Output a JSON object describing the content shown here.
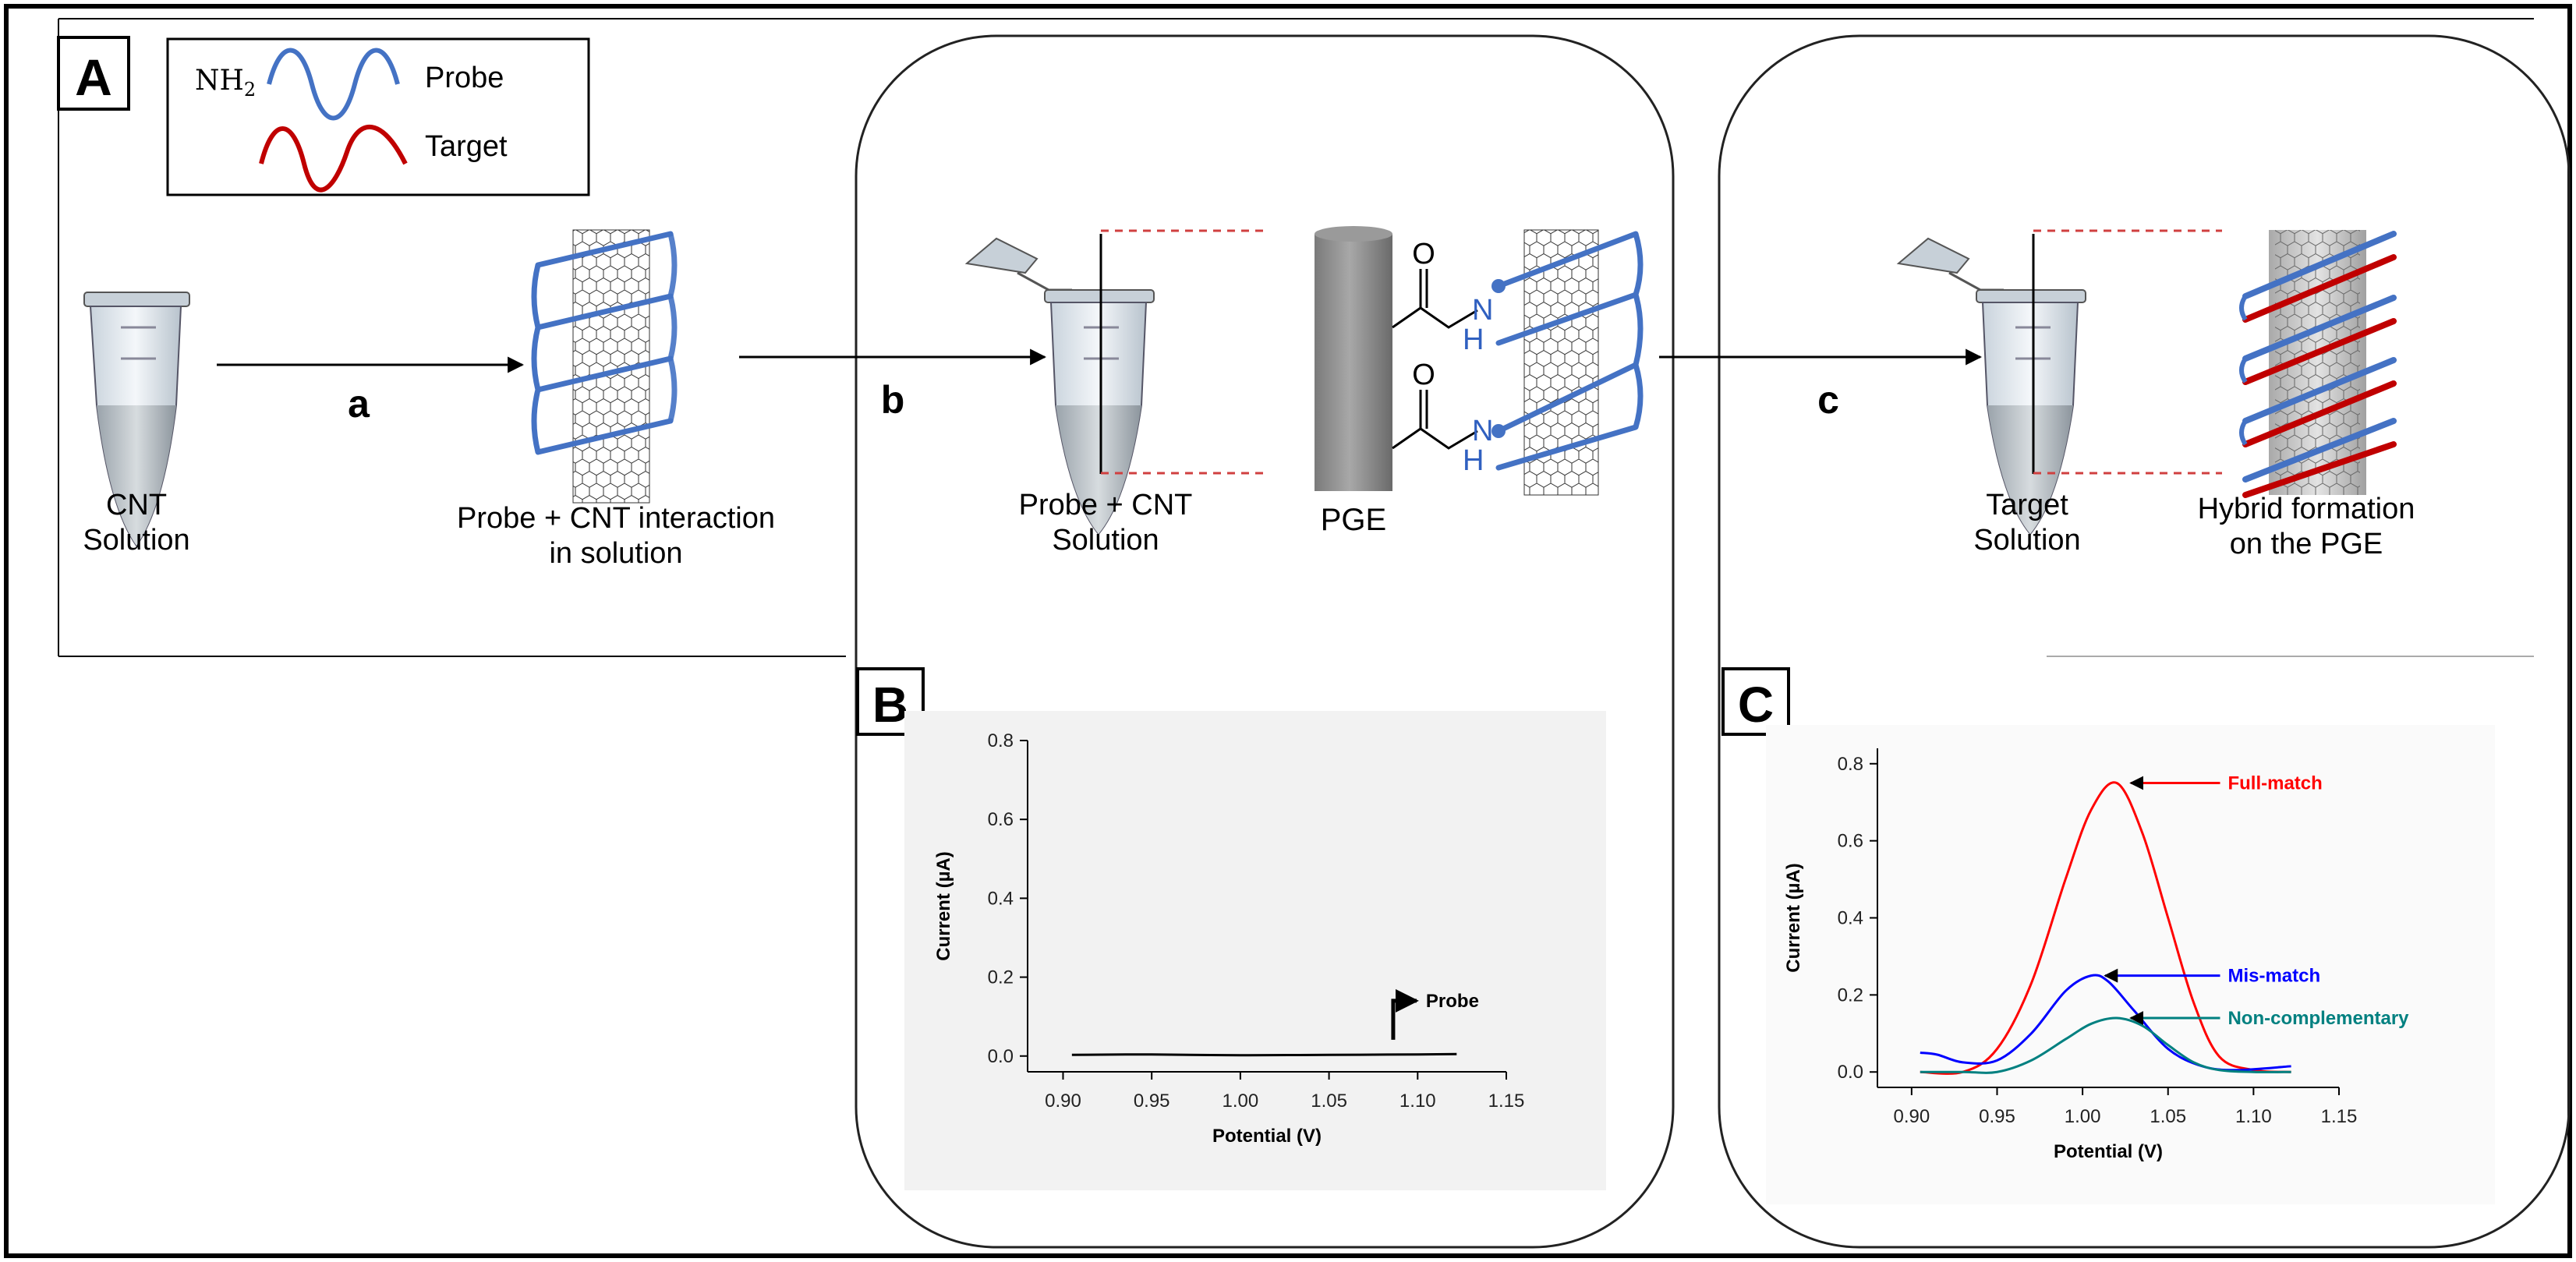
{
  "panels": {
    "A": "A",
    "B": "B",
    "C": "C"
  },
  "legend": {
    "nh2": "NH",
    "nh2_sub": "2",
    "probe": "Probe",
    "target": "Target"
  },
  "steps": {
    "a": "a",
    "b": "b",
    "c": "c"
  },
  "labels": {
    "cnt_solution_1": "CNT",
    "cnt_solution_2": "Solution",
    "probe_cnt_interaction_1": "Probe + CNT interaction",
    "probe_cnt_interaction_2": "in solution",
    "probe_cnt_solution_1": "Probe + CNT",
    "probe_cnt_solution_2": "Solution",
    "pge": "PGE",
    "target_solution_1": "Target",
    "target_solution_2": "Solution",
    "hybrid_1": "Hybrid formation",
    "hybrid_2": "on the PGE"
  },
  "chemistry": {
    "O": "O",
    "N": "N",
    "H": "H"
  },
  "colors": {
    "probe": "#4472c4",
    "target": "#c00000",
    "full_match": "#ff0000",
    "mis_match": "#0000ff",
    "non_complementary": "#008080"
  },
  "chart_data": [
    {
      "panel": "B",
      "type": "line",
      "xlabel": "Potential (V)",
      "ylabel": "Current (µA)",
      "xlim": [
        0.88,
        1.15
      ],
      "ylim": [
        -0.04,
        0.8
      ],
      "xticks": [
        "0.90",
        "0.95",
        "1.00",
        "1.05",
        "1.10",
        "1.15"
      ],
      "yticks": [
        "0.0",
        "0.2",
        "0.4",
        "0.6",
        "0.8"
      ],
      "series": [
        {
          "name": "Probe",
          "color": "#000000",
          "x": [
            0.905,
            0.95,
            1.0,
            1.05,
            1.1,
            1.122
          ],
          "y": [
            0.003,
            0.004,
            0.002,
            0.003,
            0.004,
            0.005
          ]
        }
      ],
      "annotations": [
        {
          "text": "Probe",
          "x": 1.095,
          "y": 0.14
        }
      ]
    },
    {
      "panel": "C",
      "type": "line",
      "xlabel": "Potential (V)",
      "ylabel": "Current (µA)",
      "xlim": [
        0.88,
        1.15
      ],
      "ylim": [
        -0.04,
        0.84
      ],
      "xticks": [
        "0.90",
        "0.95",
        "1.00",
        "1.05",
        "1.10",
        "1.15"
      ],
      "yticks": [
        "0.0",
        "0.2",
        "0.4",
        "0.6",
        "0.8"
      ],
      "series": [
        {
          "name": "Full-match",
          "color": "#ff0000",
          "x": [
            0.905,
            0.93,
            0.95,
            0.97,
            0.99,
            1.005,
            1.02,
            1.035,
            1.05,
            1.065,
            1.08,
            1.1,
            1.122
          ],
          "y": [
            0.0,
            0.0,
            0.06,
            0.23,
            0.5,
            0.68,
            0.75,
            0.62,
            0.4,
            0.18,
            0.04,
            0.005,
            0.0
          ]
        },
        {
          "name": "Mis-match",
          "color": "#0000ff",
          "x": [
            0.905,
            0.915,
            0.93,
            0.95,
            0.97,
            0.99,
            1.005,
            1.015,
            1.03,
            1.05,
            1.07,
            1.09,
            1.122
          ],
          "y": [
            0.05,
            0.045,
            0.025,
            0.03,
            0.1,
            0.21,
            0.25,
            0.235,
            0.16,
            0.06,
            0.015,
            0.005,
            0.015
          ]
        },
        {
          "name": "Non-complementary",
          "color": "#008080",
          "x": [
            0.905,
            0.93,
            0.95,
            0.97,
            0.99,
            1.005,
            1.02,
            1.035,
            1.05,
            1.065,
            1.08,
            1.1,
            1.122
          ],
          "y": [
            0.0,
            0.0,
            0.0,
            0.03,
            0.085,
            0.125,
            0.14,
            0.12,
            0.07,
            0.025,
            0.005,
            0.0,
            0.0
          ]
        }
      ],
      "annotations": [
        {
          "text": "Full-match",
          "x": 1.085,
          "y": 0.73
        },
        {
          "text": "Mis-match",
          "x": 1.085,
          "y": 0.27
        },
        {
          "text": "Non-complementary",
          "x": 1.085,
          "y": 0.15
        }
      ]
    }
  ]
}
